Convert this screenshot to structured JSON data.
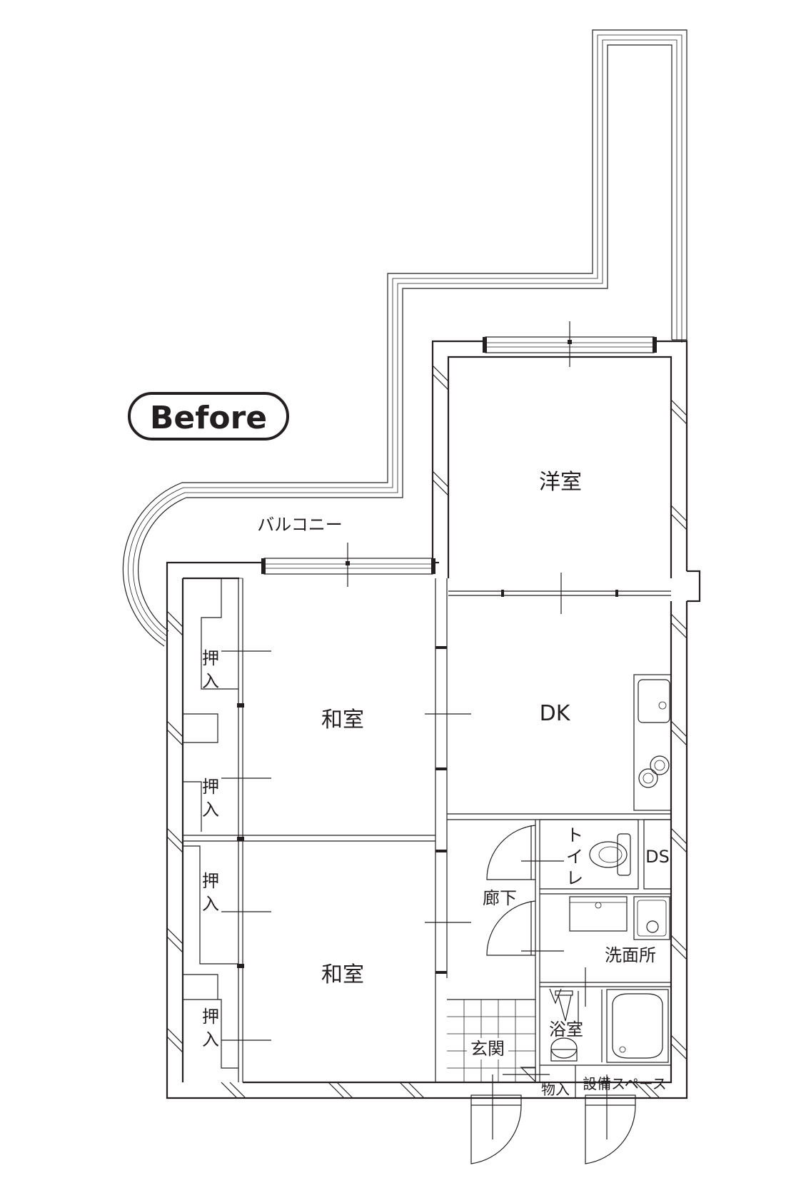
{
  "badge": {
    "label": "Before"
  },
  "labels": {
    "balcony": "バルコニー",
    "western_room": "洋室",
    "japanese_room_upper": "和室",
    "japanese_room_lower": "和室",
    "dk": "DK",
    "closet_1_top": "押",
    "closet_1_bottom": "入",
    "closet_2_top": "押",
    "closet_2_bottom": "入",
    "closet_3_top": "押",
    "closet_3_bottom": "入",
    "closet_4_top": "押",
    "closet_4_bottom": "入",
    "toilet_1": "ト",
    "toilet_2": "イ",
    "toilet_3": "レ",
    "ds": "DS",
    "corridor": "廊下",
    "washroom": "洗面所",
    "bathroom": "浴室",
    "entrance": "玄関",
    "storage": "物入",
    "equipment_space": "設備スペース"
  },
  "colors": {
    "line": "#231f20",
    "background": "#ffffff"
  }
}
